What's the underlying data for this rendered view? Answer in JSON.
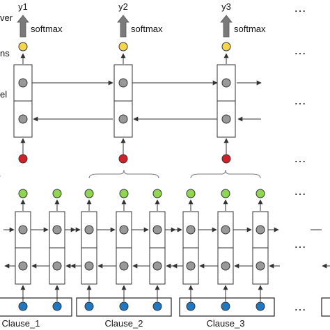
{
  "left_labels": {
    "output_layer": "ver",
    "attentions": "ns",
    "clause_level": "el"
  },
  "outputs": [
    {
      "label": "y1",
      "activation": "softmax"
    },
    {
      "label": "y2",
      "activation": "softmax"
    },
    {
      "label": "y3",
      "activation": "softmax"
    }
  ],
  "clause_labels": [
    "Clause_1",
    "Clause_2",
    "Clause_3"
  ],
  "ellipsis": "…",
  "colors": {
    "output_node": "#f7d54a",
    "clause_vector": "#d0202a",
    "word_attention_node": "#8ed651",
    "input_node": "#1f78c0",
    "hidden_node": "#999999",
    "output_arrow": "#7a7a7a",
    "stroke": "#333333"
  }
}
